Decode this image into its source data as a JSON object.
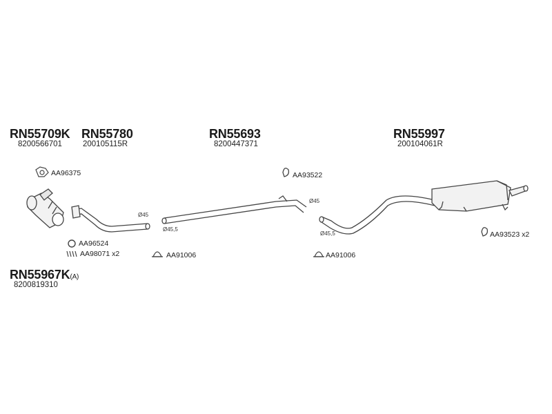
{
  "groups": [
    {
      "id": "g1",
      "code": "RN55709K",
      "ref": "8200566701"
    },
    {
      "id": "g2",
      "code": "RN55780",
      "ref": "200105115R"
    },
    {
      "id": "g3",
      "code": "RN55693",
      "ref": "8200447371"
    },
    {
      "id": "g4",
      "code": "RN55997",
      "ref": "200104061R"
    },
    {
      "id": "g5",
      "code": "RN55967K",
      "suffix": "(A)",
      "ref": "8200819310"
    }
  ],
  "accessories": {
    "gasket_top": "AA96375",
    "ring": "AA96524",
    "spring": "AA98071 x2",
    "clamp_1": "AA91006",
    "clamp_2": "AA91006",
    "hanger_1": "AA93522",
    "hanger_2": "AA93523 x2"
  },
  "dimensions": {
    "d1": "Ø45",
    "d2": "Ø45,5",
    "d3": "Ø45",
    "d4": "Ø45,5"
  },
  "colors": {
    "line": "#444444",
    "fill": "#f2f2f2",
    "text": "#222222"
  }
}
